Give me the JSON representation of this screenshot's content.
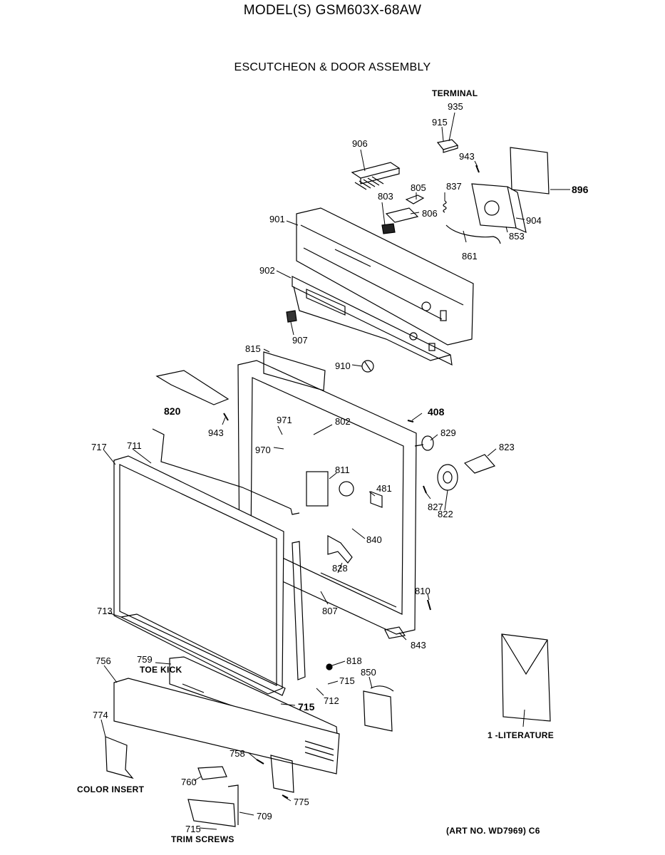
{
  "header": {
    "model": "MODEL(S) GSM603X-68AW",
    "section": "ESCUTCHEON & DOOR ASSEMBLY"
  },
  "captions": {
    "terminal": "TERMINAL",
    "toe_kick": "TOE KICK",
    "color_insert": "COLOR INSERT",
    "trim_screws": "TRIM SCREWS",
    "literature": "1 -LITERATURE",
    "art_no": "(ART NO. WD7969) C6"
  },
  "parts": {
    "p935": "935",
    "p915": "915",
    "p906": "906",
    "p943a": "943",
    "p896": "896",
    "p805": "805",
    "p837": "837",
    "p803": "803",
    "p806": "806",
    "p904": "904",
    "p901": "901",
    "p853": "853",
    "p861": "861",
    "p902": "902",
    "p907": "907",
    "p815": "815",
    "p910": "910",
    "p820": "820",
    "p943b": "943",
    "p971": "971",
    "p802": "802",
    "p408": "408",
    "p829": "829",
    "p970": "970",
    "p823": "823",
    "p717": "717",
    "p711": "711",
    "p811": "811",
    "p481": "481",
    "p827": "827",
    "p822": "822",
    "p840": "840",
    "p828": "828",
    "p810": "810",
    "p713": "713",
    "p807": "807",
    "p843": "843",
    "p818": "818",
    "p759": "759",
    "p756": "756",
    "p850": "850",
    "p715a": "715",
    "p712": "712",
    "p715b": "715",
    "p774": "774",
    "p758": "758",
    "p760": "760",
    "p775": "775",
    "p709": "709",
    "p715c": "715"
  }
}
